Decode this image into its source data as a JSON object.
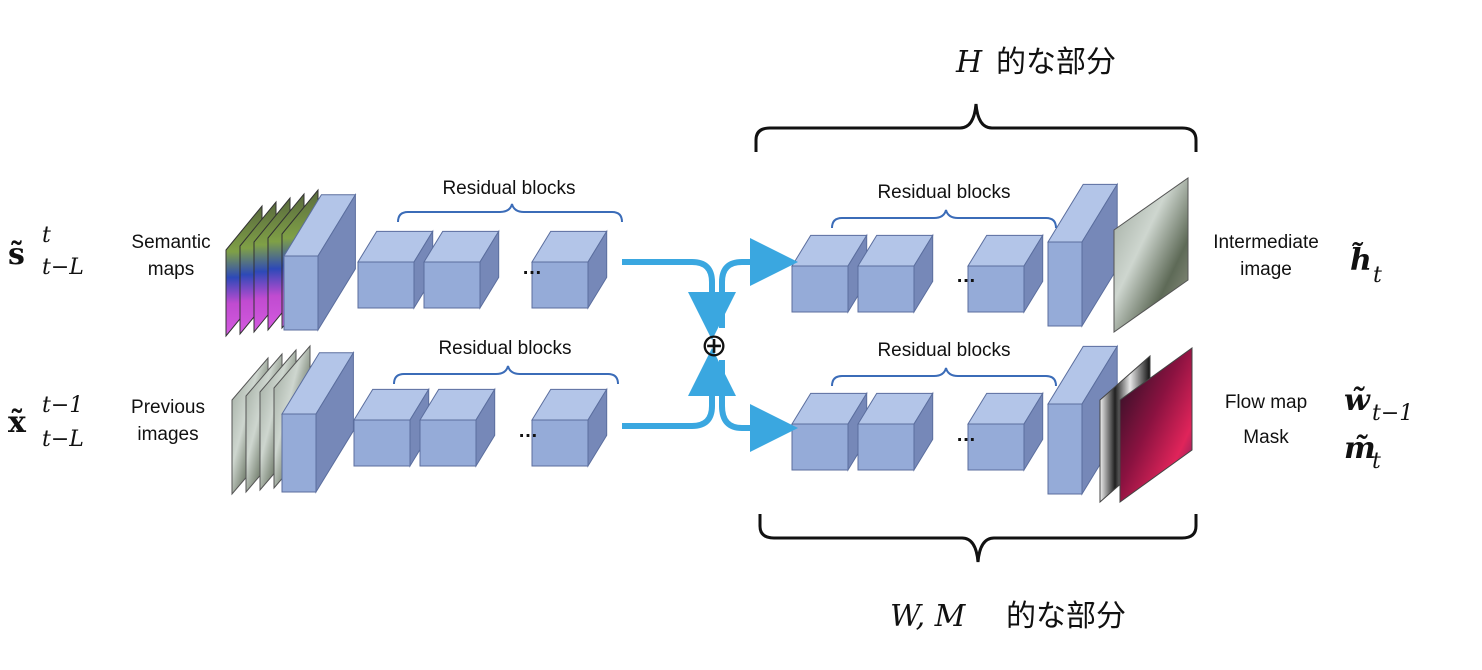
{
  "left_inputs": {
    "semantic": {
      "label_line1": "Semantic",
      "label_line2": "maps",
      "symbol_base": "s̃",
      "symbol_sup": "t",
      "symbol_sub": "t−L"
    },
    "previous": {
      "label_line1": "Previous",
      "label_line2": "images",
      "symbol_base": "x̃",
      "symbol_sup": "t−1",
      "symbol_sub": "t−L"
    }
  },
  "residual_blocks_label": "Residual blocks",
  "dots": "…",
  "combine_symbol": "⊕",
  "top_group": {
    "variable": "H",
    "suffix": "的な部分"
  },
  "bottom_group": {
    "variable": "W, M",
    "suffix": "的な部分"
  },
  "outputs": {
    "intermediate": {
      "label_line1": "Intermediate",
      "label_line2": "image",
      "symbol_base": "h̃",
      "symbol_sub": "t"
    },
    "flow": {
      "label": "Flow map",
      "symbol_base": "w̃",
      "symbol_sub": "t−1"
    },
    "mask": {
      "label": "Mask",
      "symbol_base": "m̃",
      "symbol_sub": "t"
    }
  },
  "colors": {
    "block_front": "#95abd8",
    "block_top": "#b3c5e8",
    "block_side": "#7688b8",
    "block_stroke": "#5b6e9e",
    "arrow": "#3aa7e0",
    "brace": "#3b6cb8"
  }
}
